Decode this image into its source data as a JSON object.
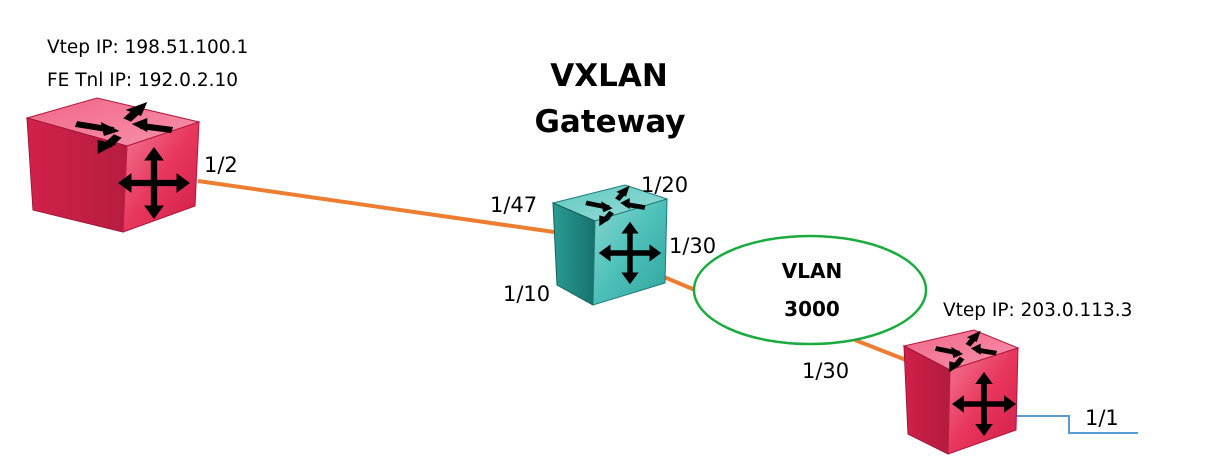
{
  "diagram": {
    "title_line1": "VXLAN",
    "title_line2": "Gateway",
    "colors": {
      "link_orange": "#ed7d31",
      "vlan_green": "#1aab3f",
      "access_blue": "#5b9bd5",
      "switch_red": "#e8365d",
      "switch_teal": "#3fb8b0"
    },
    "nodes": {
      "left_switch": {
        "type": "router-switch",
        "color": "red",
        "vtep_ip_label": "Vtep IP: 198.51.100.1",
        "fe_tnl_ip_label": "FE Tnl IP: 192.0.2.10",
        "port": "1/2"
      },
      "gateway_switch": {
        "type": "router-switch",
        "color": "teal",
        "ports": {
          "uplink": "1/47",
          "top": "1/20",
          "right": "1/30",
          "bottom": "1/10"
        }
      },
      "vlan": {
        "line1": "VLAN",
        "line2": "3000"
      },
      "right_switch": {
        "type": "router-switch",
        "color": "red",
        "vtep_ip_label": "Vtep IP: 203.0.113.3",
        "vlan_port": "1/30",
        "access_port": "1/1"
      }
    }
  }
}
